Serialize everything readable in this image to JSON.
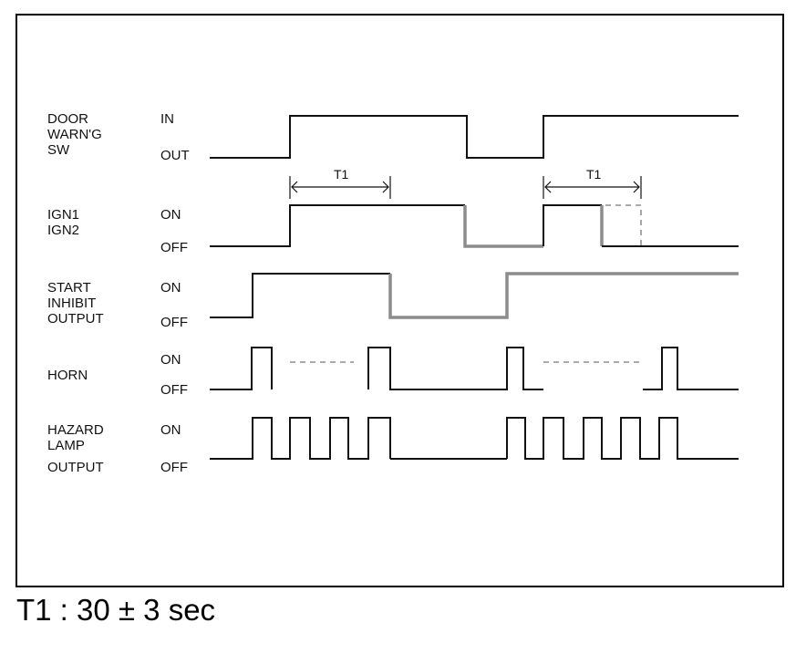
{
  "signals": [
    {
      "id": "door",
      "name": [
        "DOOR",
        "WARN'G",
        "SW"
      ],
      "high": "IN",
      "low": "OUT"
    },
    {
      "id": "ign",
      "name": [
        "IGN1",
        "IGN2"
      ],
      "high": "ON",
      "low": "OFF"
    },
    {
      "id": "start",
      "name": [
        "START",
        "INHIBIT",
        "OUTPUT"
      ],
      "high": "ON",
      "low": "OFF"
    },
    {
      "id": "horn",
      "name": [
        "HORN"
      ],
      "high": "ON",
      "low": "OFF"
    },
    {
      "id": "hazard",
      "name": [
        "HAZARD",
        "LAMP",
        "OUTPUT"
      ],
      "high": "ON",
      "low": "OFF"
    }
  ],
  "timer_label": "T1",
  "caption": "T1 : 30 ± 3 sec"
}
